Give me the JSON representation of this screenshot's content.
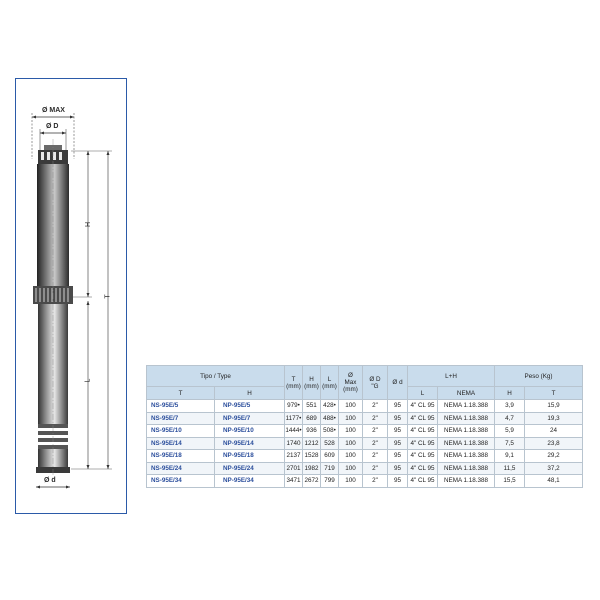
{
  "drawing": {
    "label_dmax": "Ø MAX",
    "label_d_upper": "Ø D",
    "label_d_lower": "Ø d",
    "label_h": "H",
    "label_t": "T",
    "label_l": "L"
  },
  "table": {
    "headers": {
      "tipo": "Tipo / Type",
      "t_sub": "T",
      "h_sub": "H",
      "col_t": "T",
      "col_h": "H",
      "col_l": "L",
      "mm": "(mm)",
      "dmax_1": "Ø",
      "dmax_2": "Max",
      "dmax_3": "(mm)",
      "od_big": "Ø D",
      "od_big_unit": "\"G",
      "od_small": "Ø d",
      "lh": "L+H",
      "lh_l": "L",
      "lh_nema": "NEMA",
      "peso": "Peso (Kg)",
      "peso_h": "H",
      "peso_t": "T"
    },
    "rows": [
      {
        "model_t": "NS-95E/5",
        "model_h": "NP-95E/5",
        "t": "979•",
        "h": "551",
        "l": "428•",
        "dmax": "100",
        "od": "2\"",
        "d": "95",
        "motor": "4\" CL 95",
        "nema": "NEMA 1.18.388",
        "peso_h": "3,9",
        "peso_t": "15,9"
      },
      {
        "model_t": "NS-95E/7",
        "model_h": "NP-95E/7",
        "t": "1177•",
        "h": "689",
        "l": "488•",
        "dmax": "100",
        "od": "2\"",
        "d": "95",
        "motor": "4\" CL 95",
        "nema": "NEMA 1.18.388",
        "peso_h": "4,7",
        "peso_t": "19,3"
      },
      {
        "model_t": "NS-95E/10",
        "model_h": "NP-95E/10",
        "t": "1444•",
        "h": "936",
        "l": "508•",
        "dmax": "100",
        "od": "2\"",
        "d": "95",
        "motor": "4\" CL 95",
        "nema": "NEMA 1.18.388",
        "peso_h": "5,9",
        "peso_t": "24"
      },
      {
        "model_t": "NS-95E/14",
        "model_h": "NP-95E/14",
        "t": "1740",
        "h": "1212",
        "l": "528",
        "dmax": "100",
        "od": "2\"",
        "d": "95",
        "motor": "4\" CL 95",
        "nema": "NEMA 1.18.388",
        "peso_h": "7,5",
        "peso_t": "23,8"
      },
      {
        "model_t": "NS-95E/18",
        "model_h": "NP-95E/18",
        "t": "2137",
        "h": "1528",
        "l": "609",
        "dmax": "100",
        "od": "2\"",
        "d": "95",
        "motor": "4\" CL 95",
        "nema": "NEMA 1.18.388",
        "peso_h": "9,1",
        "peso_t": "29,2"
      },
      {
        "model_t": "NS-95E/24",
        "model_h": "NP-95E/24",
        "t": "2701",
        "h": "1982",
        "l": "719",
        "dmax": "100",
        "od": "2\"",
        "d": "95",
        "motor": "4\" CL 95",
        "nema": "NEMA 1.18.388",
        "peso_h": "11,5",
        "peso_t": "37,2"
      },
      {
        "model_t": "NS-95E/34",
        "model_h": "NP-95E/34",
        "t": "3471",
        "h": "2672",
        "l": "799",
        "dmax": "100",
        "od": "2\"",
        "d": "95",
        "motor": "4\" CL 95",
        "nema": "NEMA 1.18.388",
        "peso_h": "15,5",
        "peso_t": "48,1"
      }
    ]
  }
}
